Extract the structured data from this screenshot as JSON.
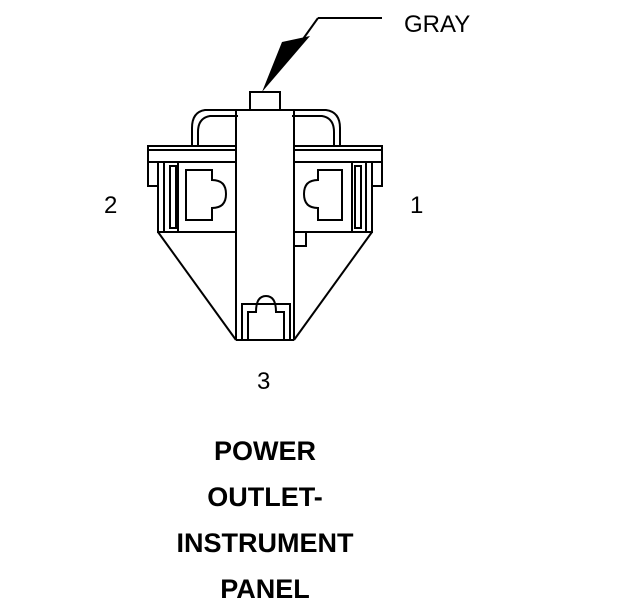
{
  "connector": {
    "wire_color": "GRAY",
    "pins": {
      "p1": "1",
      "p2": "2",
      "p3": "3"
    },
    "caption_lines": [
      "POWER",
      "OUTLET-",
      "INSTRUMENT",
      "PANEL"
    ]
  },
  "colors": {
    "ink": "#000000",
    "background": "#ffffff"
  }
}
